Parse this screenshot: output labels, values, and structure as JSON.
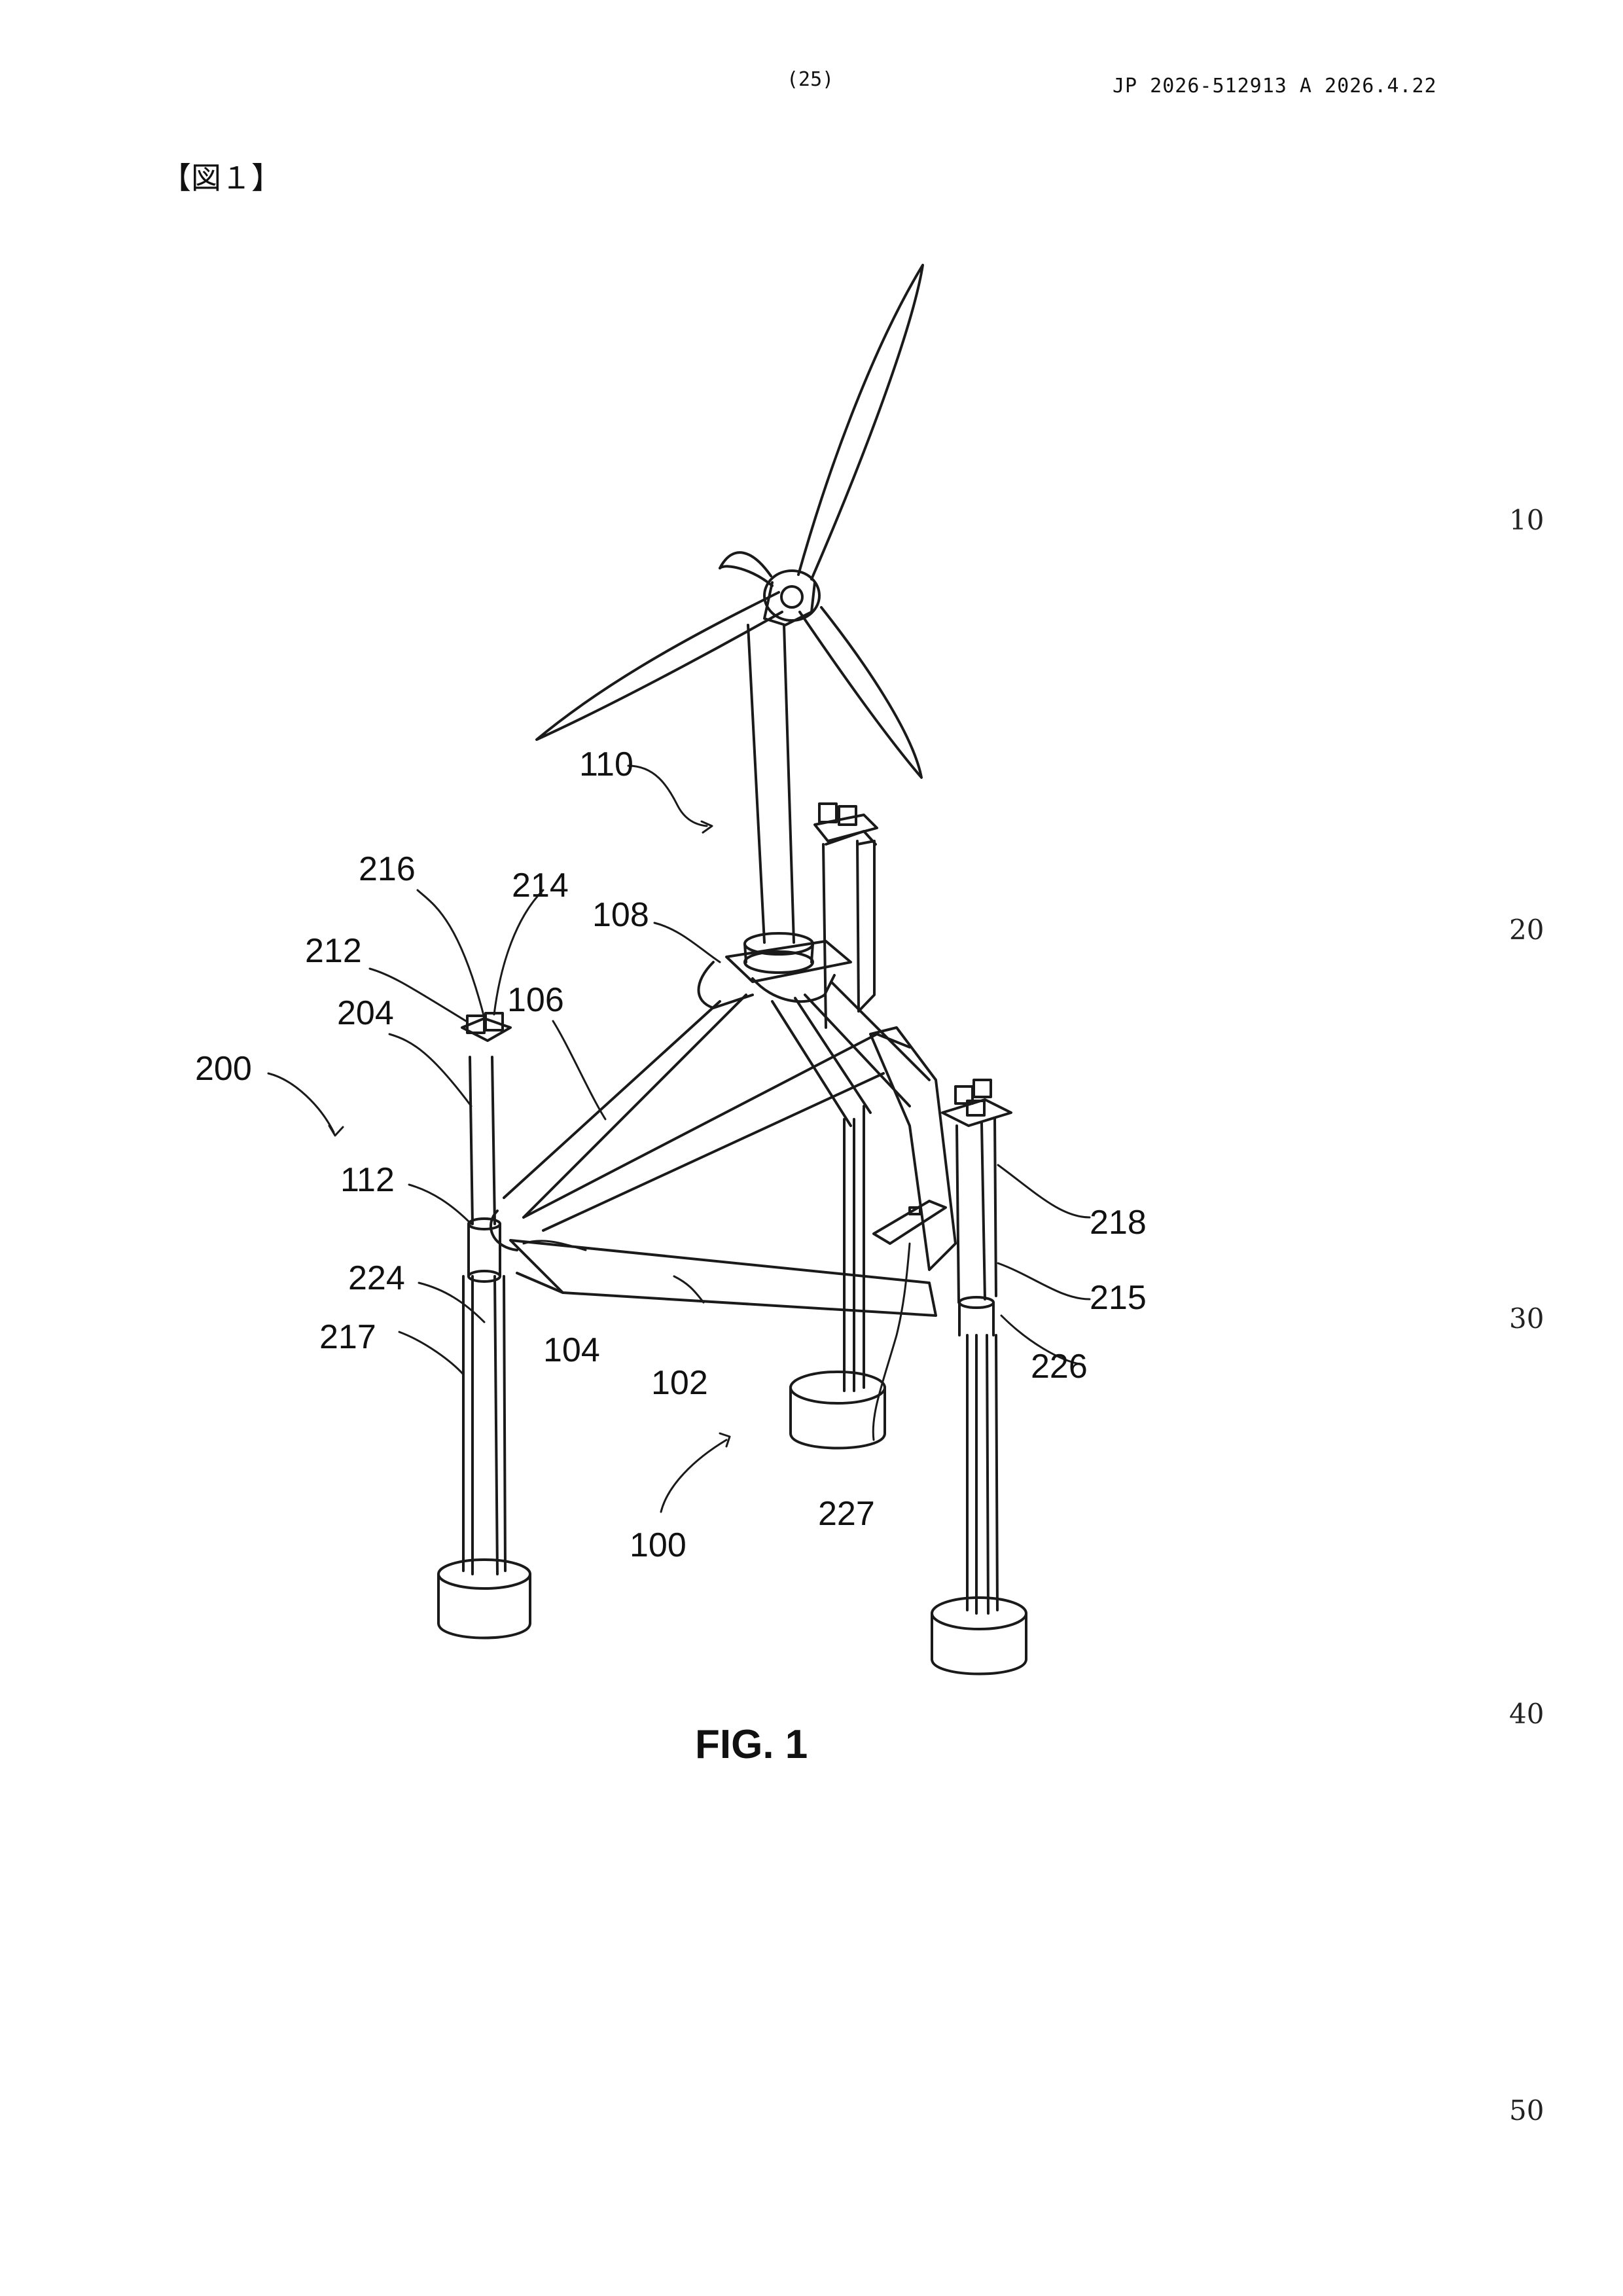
{
  "header": {
    "page_number": "(25)",
    "publication": "JP  2026-512913  A  2026.4.22"
  },
  "figure_heading": "【図１】",
  "line_numbers": [
    "10",
    "20",
    "30",
    "40",
    "50"
  ],
  "figure": {
    "caption": "FIG. 1",
    "labels": {
      "l110": "110",
      "l216": "216",
      "l214": "214",
      "l108": "108",
      "l212": "212",
      "l106": "106",
      "l204": "204",
      "l200": "200",
      "l112": "112",
      "l218": "218",
      "l224": "224",
      "l215": "215",
      "l104": "104",
      "l217": "217",
      "l226": "226",
      "l102": "102",
      "l227": "227",
      "l100": "100"
    }
  }
}
